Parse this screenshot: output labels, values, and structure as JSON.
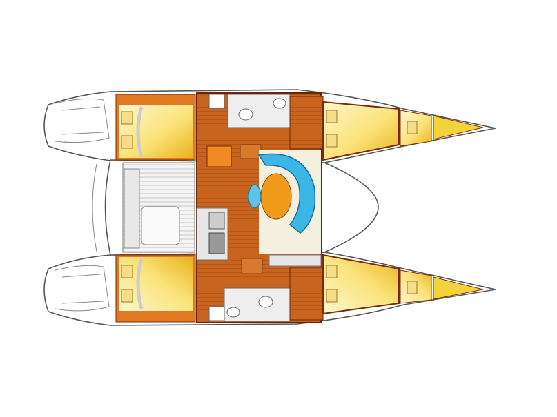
{
  "diagram": {
    "type": "catamaran deck layout",
    "colors": {
      "background": "#ffffff",
      "hull_outline": "#555555",
      "wood_floor": "#c8641e",
      "wood_dark": "#7a2a08",
      "berth": "#f3d23a",
      "berth_light": "#fdf3c0",
      "settee": "#3bb6e6",
      "table": "#f19a1c",
      "head": "#eeeeee",
      "cockpit": "#f2f2f2"
    },
    "areas": [
      "aft-cabin-port",
      "aft-cabin-starboard",
      "forward-cabin-port",
      "forward-cabin-starboard",
      "bow-cabin-port",
      "bow-cabin-starboard",
      "saloon",
      "galley",
      "dinette",
      "head-port",
      "head-starboard",
      "cockpit"
    ]
  }
}
